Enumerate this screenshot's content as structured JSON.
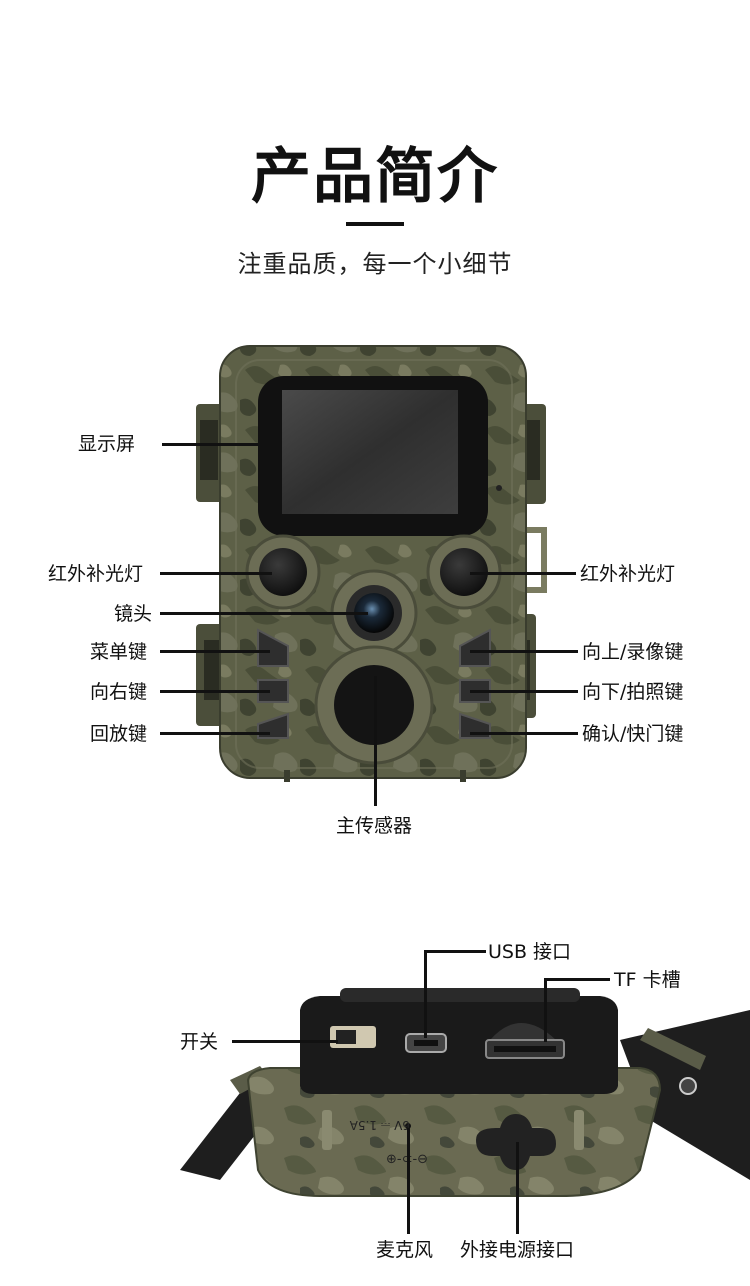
{
  "header": {
    "title": "产品简介",
    "subtitle": "注重品质，每一个小细节"
  },
  "front_labels": {
    "screen": "显示屏",
    "ir_light_left": "红外补光灯",
    "ir_light_right": "红外补光灯",
    "lens": "镜头",
    "menu_key": "菜单键",
    "up_record_key": "向上/录像键",
    "right_key": "向右键",
    "down_photo_key": "向下/拍照键",
    "playback_key": "回放键",
    "ok_shutter_key": "确认/快门键",
    "main_sensor": "主传感器"
  },
  "bottom_labels": {
    "usb_port": "USB 接口",
    "tf_slot": "TF 卡槽",
    "power_switch": "开关",
    "microphone": "麦克风",
    "external_power": "外接电源接口"
  },
  "device_markings": {
    "power_rating": "6V ⎓ 1.5A",
    "polarity": "⊕-⊂-⊖"
  },
  "colors": {
    "camo_dark": "#3f4331",
    "camo_mid": "#5d6047",
    "camo_light": "#7a7b60",
    "screen": "#3a3a3a",
    "black": "#111111"
  }
}
